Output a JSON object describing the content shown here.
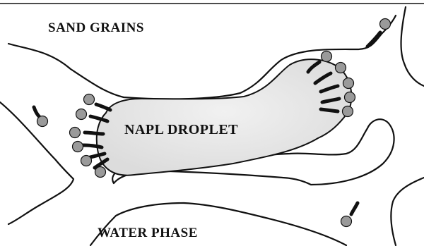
{
  "labels": {
    "sand_grains": "SAND GRAINS",
    "napl_droplet": "NAPL DROPLET",
    "water_phase": "WATER PHASE"
  },
  "colors": {
    "line": "#111111",
    "droplet_fill": "#e6e6e6",
    "surfactant_head": "#9a9a9a",
    "background": "#ffffff"
  }
}
